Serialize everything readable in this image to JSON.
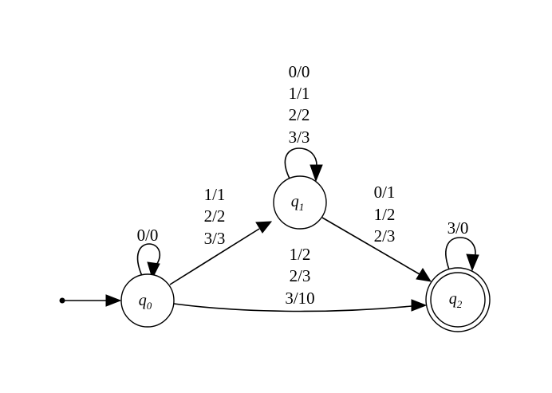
{
  "states": {
    "q0": {
      "name": "q",
      "sub": "0"
    },
    "q1": {
      "name": "q",
      "sub": "1"
    },
    "q2": {
      "name": "q",
      "sub": "2"
    }
  },
  "edges": {
    "q0_loop": [
      "0/0"
    ],
    "q0_q1": [
      "1/1",
      "2/2",
      "3/3"
    ],
    "q1_loop": [
      "0/0",
      "1/1",
      "2/2",
      "3/3"
    ],
    "q1_q2": [
      "0/1",
      "1/2",
      "2/3"
    ],
    "q0_q2": [
      "1/2",
      "2/3",
      "3/10"
    ],
    "q2_loop": [
      "3/0"
    ]
  }
}
